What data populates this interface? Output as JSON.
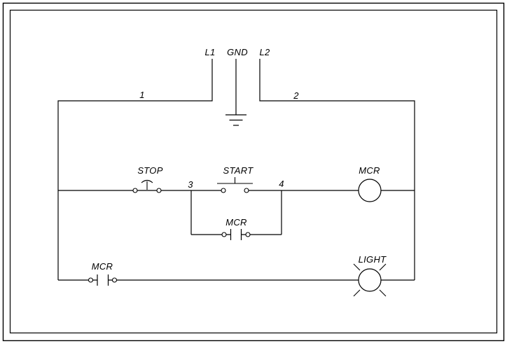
{
  "colors": {
    "line": "#000000",
    "background": "#ffffff"
  },
  "power": {
    "l1": "L1",
    "gnd": "GND",
    "l2": "L2"
  },
  "wire_numbers": {
    "n1": "1",
    "n2": "2",
    "n3": "3",
    "n4": "4"
  },
  "components": {
    "stop_label": "STOP",
    "start_label": "START",
    "mcr_coil_label": "MCR",
    "mcr_seal_label": "MCR",
    "mcr_contact_label": "MCR",
    "light_label": "LIGHT"
  }
}
